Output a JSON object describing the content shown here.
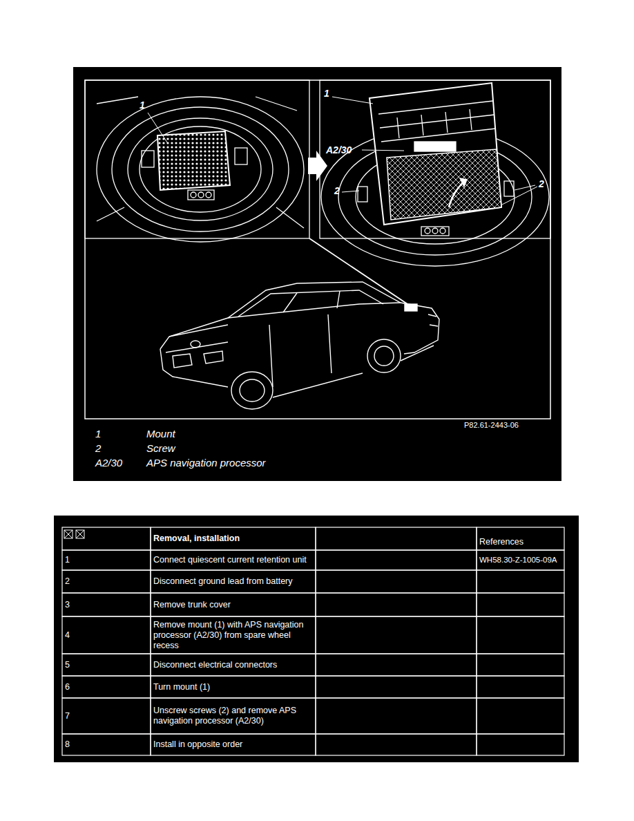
{
  "diagram": {
    "labels": [
      "1",
      "1",
      "A2/30",
      "2",
      "2",
      "P82.61-2443-06",
      "1",
      "Mount",
      "2",
      "Screw",
      "A2/30",
      "APS navigation processor",
      "Removal, installation",
      "References",
      "1",
      "Connect quiescent current retention unit",
      "WH58.30-Z-1005-09A",
      "2",
      "Disconnect ground lead from battery",
      "3",
      "Remove trunk cover",
      "4",
      "Remove mount (1) with APS navigation processor (A2/30) from spare wheel recess",
      "5",
      "Disconnect electrical connectors",
      "6",
      "Turn mount (1)",
      "7",
      "Unscrew screws (2) and remove APS navigation processor (A2/30)",
      "8",
      "Install in opposite order"
    ]
  }
}
